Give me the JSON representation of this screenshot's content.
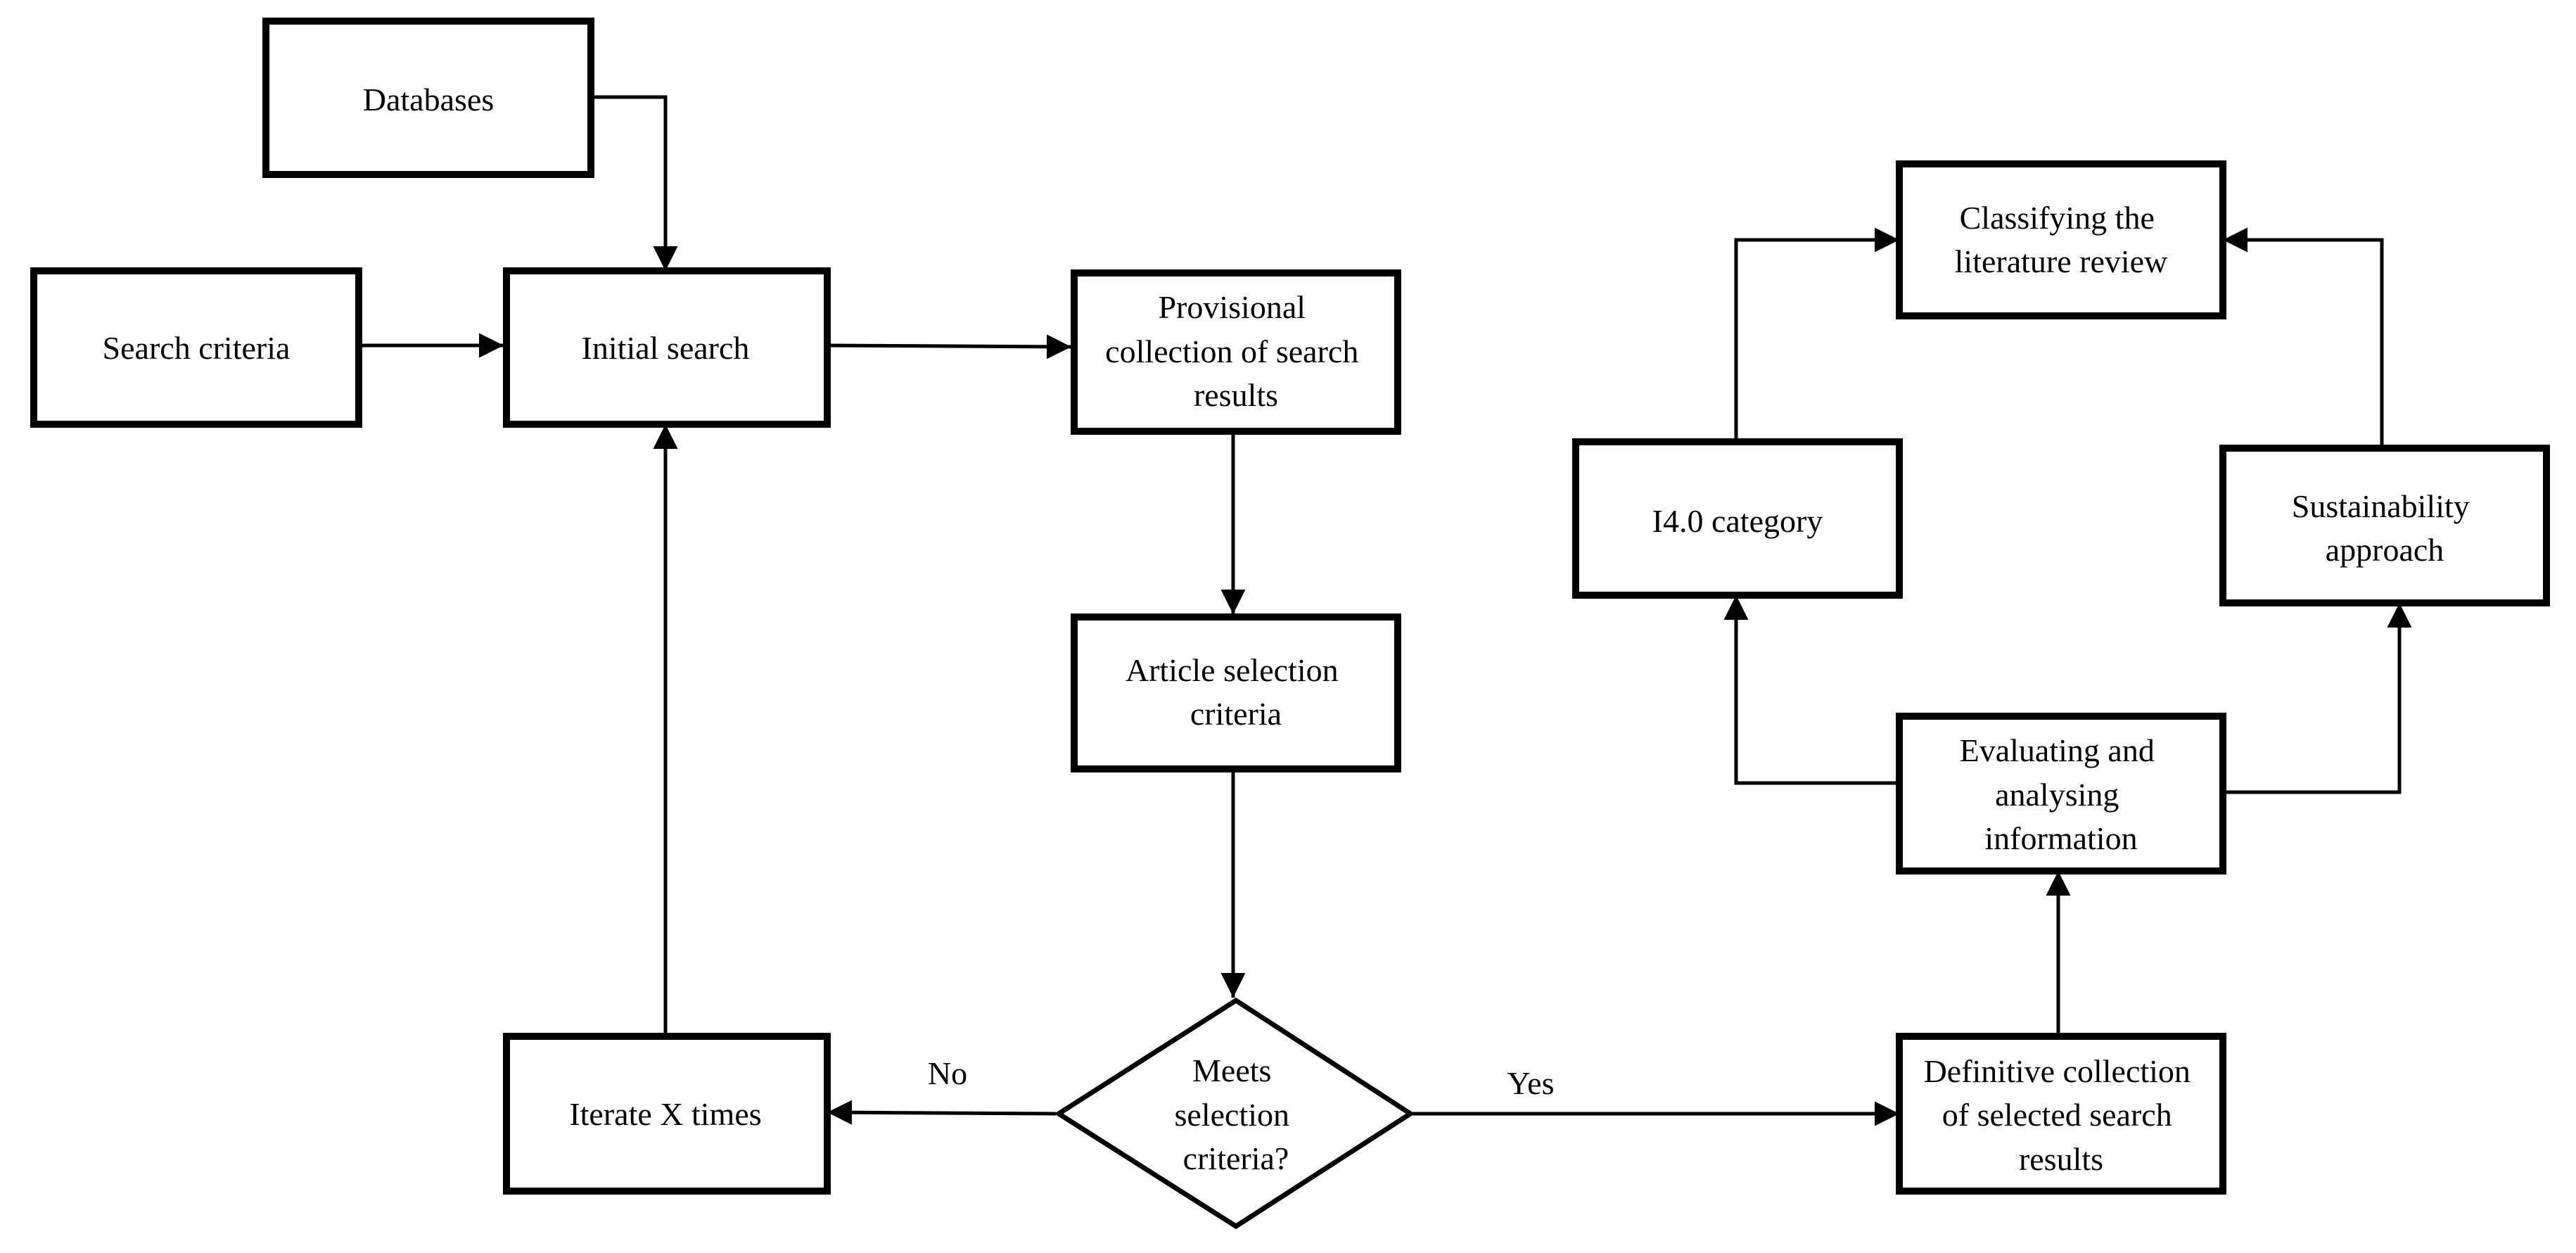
{
  "nodes": {
    "databases": {
      "lines": [
        "Databases"
      ]
    },
    "search_criteria": {
      "lines": [
        "Search criteria"
      ]
    },
    "initial_search": {
      "lines": [
        "Initial search"
      ]
    },
    "provisional_collection": {
      "lines": [
        "Provisional",
        "collection of search",
        "results"
      ]
    },
    "article_selection": {
      "lines": [
        "Article selection",
        "criteria"
      ]
    },
    "decision": {
      "lines": [
        "Meets",
        "selection",
        "criteria?"
      ]
    },
    "iterate": {
      "lines": [
        "Iterate X times"
      ]
    },
    "definitive_collection": {
      "lines": [
        "Definitive collection",
        "of selected search",
        "results"
      ]
    },
    "evaluating": {
      "lines": [
        "Evaluating and",
        "analysing",
        "information"
      ]
    },
    "i40_category": {
      "lines": [
        "I4.0 category"
      ]
    },
    "sustainability": {
      "lines": [
        "Sustainability",
        "approach"
      ]
    },
    "classifying": {
      "lines": [
        "Classifying the",
        "literature review"
      ]
    }
  },
  "edges": {
    "no_label": "No",
    "yes_label": "Yes"
  }
}
